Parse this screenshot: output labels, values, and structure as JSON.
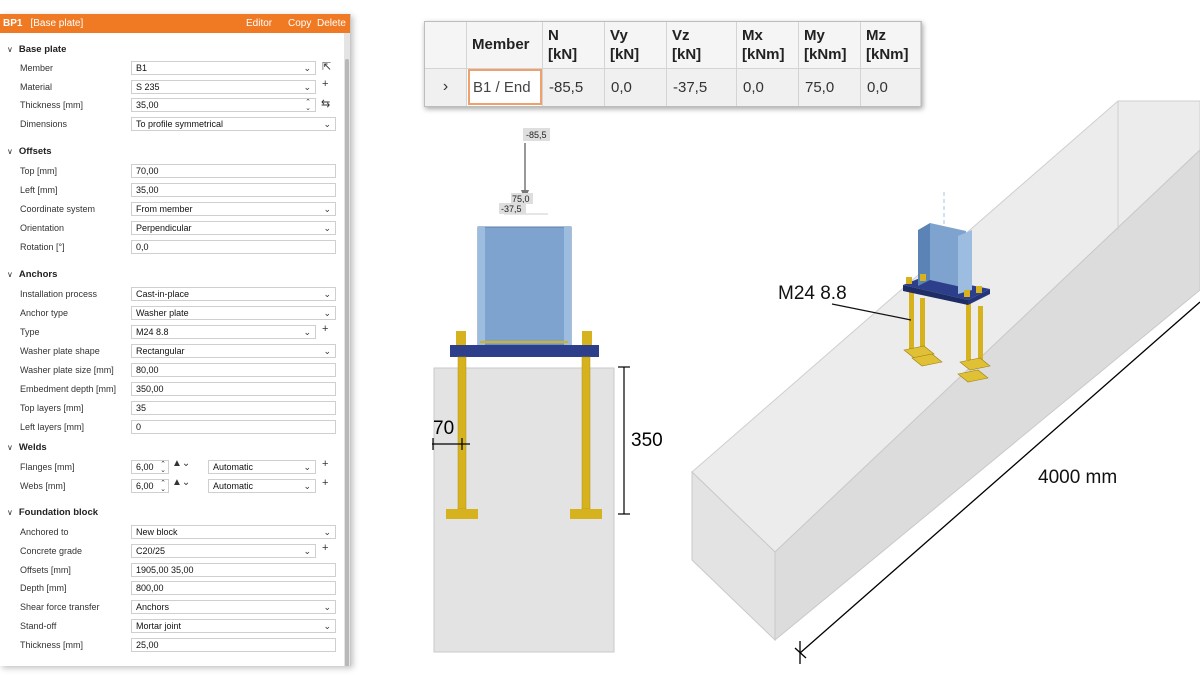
{
  "panel": {
    "id": "BP1",
    "title": "[Base plate]",
    "actions": {
      "editor": "Editor",
      "copy": "Copy",
      "delete": "Delete"
    },
    "sections": {
      "base_plate": "Base plate",
      "offsets": "Offsets",
      "anchors": "Anchors",
      "welds": "Welds",
      "foundation": "Foundation block"
    },
    "rows": {
      "member": {
        "label": "Member",
        "value": "B1"
      },
      "material": {
        "label": "Material",
        "value": "S 235"
      },
      "thickness": {
        "label": "Thickness [mm]",
        "value": "35,00"
      },
      "dimensions": {
        "label": "Dimensions",
        "value": "To profile symmetrical"
      },
      "top": {
        "label": "Top [mm]",
        "value": "70,00"
      },
      "left": {
        "label": "Left [mm]",
        "value": "35,00"
      },
      "coord": {
        "label": "Coordinate system",
        "value": "From member"
      },
      "orientation": {
        "label": "Orientation",
        "value": "Perpendicular"
      },
      "rotation": {
        "label": "Rotation [°]",
        "value": "0,0"
      },
      "installation": {
        "label": "Installation process",
        "value": "Cast-in-place"
      },
      "anchor_type": {
        "label": "Anchor type",
        "value": "Washer plate"
      },
      "type": {
        "label": "Type",
        "value": "M24 8.8"
      },
      "washer_shape": {
        "label": "Washer plate shape",
        "value": "Rectangular"
      },
      "washer_size": {
        "label": "Washer plate size [mm]",
        "value": "80,00"
      },
      "embedment": {
        "label": "Embedment depth [mm]",
        "value": "350,00"
      },
      "top_layers": {
        "label": "Top layers [mm]",
        "value": "35"
      },
      "left_layers": {
        "label": "Left layers [mm]",
        "value": "0"
      },
      "flanges": {
        "label": "Flanges [mm]",
        "value": "6,00",
        "mode": "Automatic"
      },
      "webs": {
        "label": "Webs [mm]",
        "value": "6,00",
        "mode": "Automatic"
      },
      "anchored_to": {
        "label": "Anchored to",
        "value": "New block"
      },
      "concrete": {
        "label": "Concrete grade",
        "value": "C20/25"
      },
      "f_offsets": {
        "label": "Offsets [mm]",
        "value": "1905,00 35,00"
      },
      "depth": {
        "label": "Depth [mm]",
        "value": "800,00"
      },
      "shear": {
        "label": "Shear force transfer",
        "value": "Anchors"
      },
      "standoff": {
        "label": "Stand-off",
        "value": "Mortar joint"
      },
      "f_thickness": {
        "label": "Thickness [mm]",
        "value": "25,00"
      }
    }
  },
  "table": {
    "headers": [
      {
        "a": "Member",
        "b": ""
      },
      {
        "a": "N",
        "b": "[kN]"
      },
      {
        "a": "Vy",
        "b": "[kN]"
      },
      {
        "a": "Vz",
        "b": "[kN]"
      },
      {
        "a": "Mx",
        "b": "[kNm]"
      },
      {
        "a": "My",
        "b": "[kNm]"
      },
      {
        "a": "Mz",
        "b": "[kNm]"
      }
    ],
    "row": [
      "B1 / End",
      "-85,5",
      "0,0",
      "-37,5",
      "0,0",
      "75,0",
      "0,0"
    ]
  },
  "drawing": {
    "load_n": "-85,5",
    "load_my": "75,0",
    "load_vz": "-37,5",
    "dim_edge": "70",
    "dim_depth": "350",
    "anchor_label": "M24 8.8",
    "length_label": "4000 mm"
  },
  "colors": {
    "accent": "#f07a24",
    "steel": "#7ea3cf",
    "plate": "#2d3f8a",
    "anchor": "#d6b21e",
    "concrete": "#e3e3e3"
  }
}
